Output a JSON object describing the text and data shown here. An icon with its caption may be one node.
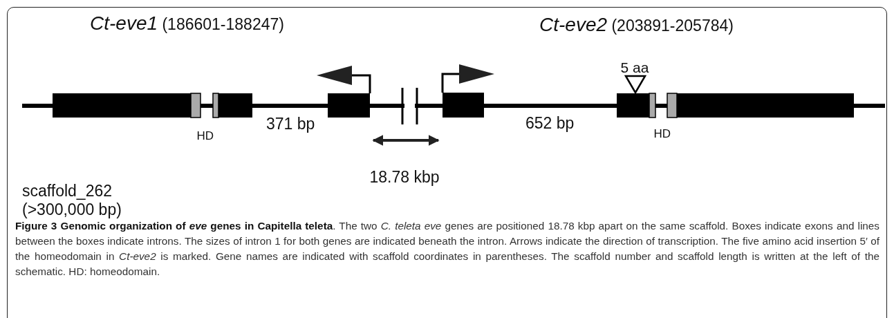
{
  "diagram": {
    "caption": "**Figure 3 Genomic organization of *eve* genes in Capitella teleta**. The two *C. teleta eve* genes are positioned 18.78 kbp apart on the same scaffold. Boxes indicate exons and lines between the boxes indicate introns. The sizes of intron 1 for both genes are indicated beneath the intron. Arrows indicate the direction of transcription. The five amino acid insertion 5′ of the homeodomain in *Ct-eve2* is marked. Gene names are indicated with scaffold coordinates in parentheses. The scaffold number and scaffold length is written at the left of the schematic. HD: homeodomain.",
    "labels": [
      "*Ct-eve1* (186601-188247)",
      "*Ct-eve2* (203891-205784)",
      "5 aa",
      "HD",
      "371 bp",
      "652 bp",
      "HD",
      "18.78 kbp",
      "scaffold_262",
      "(>300,000 bp)"
    ]
  }
}
